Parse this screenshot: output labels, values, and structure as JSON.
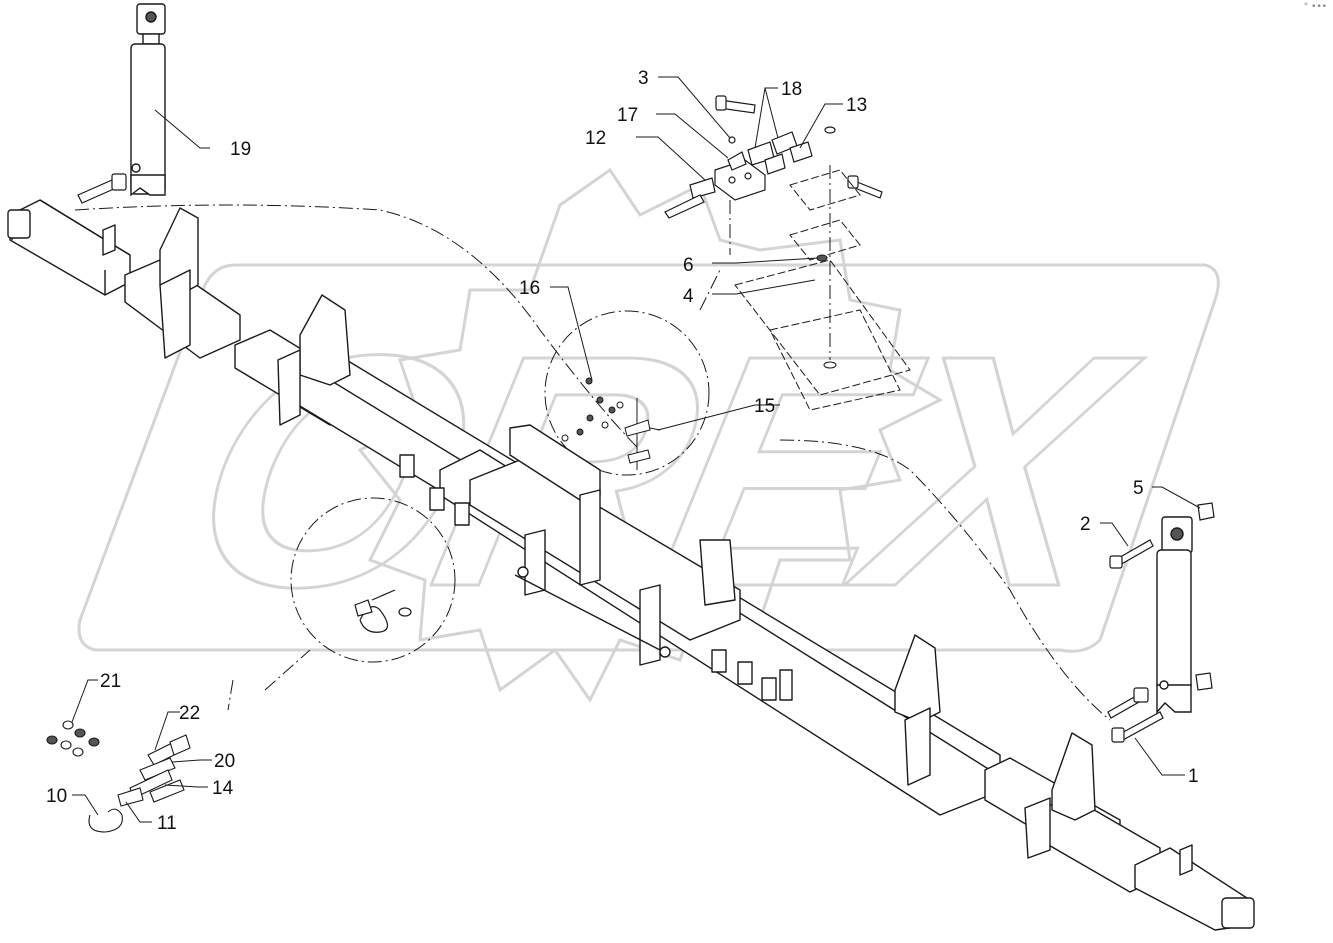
{
  "watermark": {
    "text": "OREX",
    "color": "#d4d4d4"
  },
  "corner_mark": "° •••",
  "colors": {
    "line": "#1a1a1a",
    "fill": "#ffffff",
    "gear": "#d4d4d4",
    "shade": "#555555"
  },
  "callouts": [
    {
      "id": "1",
      "label": "1"
    },
    {
      "id": "2",
      "label": "2"
    },
    {
      "id": "3",
      "label": "3"
    },
    {
      "id": "4",
      "label": "4"
    },
    {
      "id": "5",
      "label": "5"
    },
    {
      "id": "6",
      "label": "6"
    },
    {
      "id": "10",
      "label": "10"
    },
    {
      "id": "11",
      "label": "11"
    },
    {
      "id": "12",
      "label": "12"
    },
    {
      "id": "13",
      "label": "13"
    },
    {
      "id": "14",
      "label": "14"
    },
    {
      "id": "15",
      "label": "15"
    },
    {
      "id": "16",
      "label": "16"
    },
    {
      "id": "17",
      "label": "17"
    },
    {
      "id": "18",
      "label": "18"
    },
    {
      "id": "19",
      "label": "19"
    },
    {
      "id": "20",
      "label": "20"
    },
    {
      "id": "21",
      "label": "21"
    },
    {
      "id": "22",
      "label": "22"
    }
  ]
}
